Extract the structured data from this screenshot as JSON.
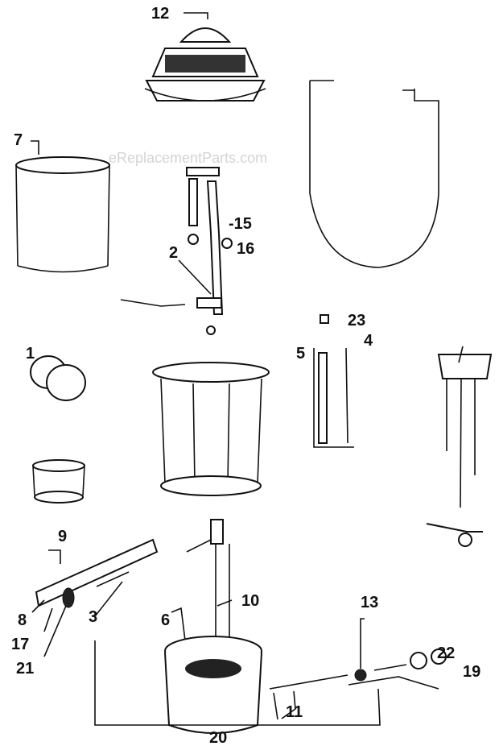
{
  "watermark": "eReplacementParts.com",
  "callouts": {
    "p12": "12",
    "p7": "7",
    "p15": "-15",
    "p16": "16",
    "p2": "2",
    "p23": "23",
    "p4": "4",
    "p5": "5",
    "p1": "1",
    "p9": "9",
    "p8": "8",
    "p17": "17",
    "p21": "21",
    "p3": "3",
    "p10": "10",
    "p6": "6",
    "p13": "13",
    "p22": "22",
    "p19": "19",
    "p11": "11",
    "p20": "20"
  }
}
